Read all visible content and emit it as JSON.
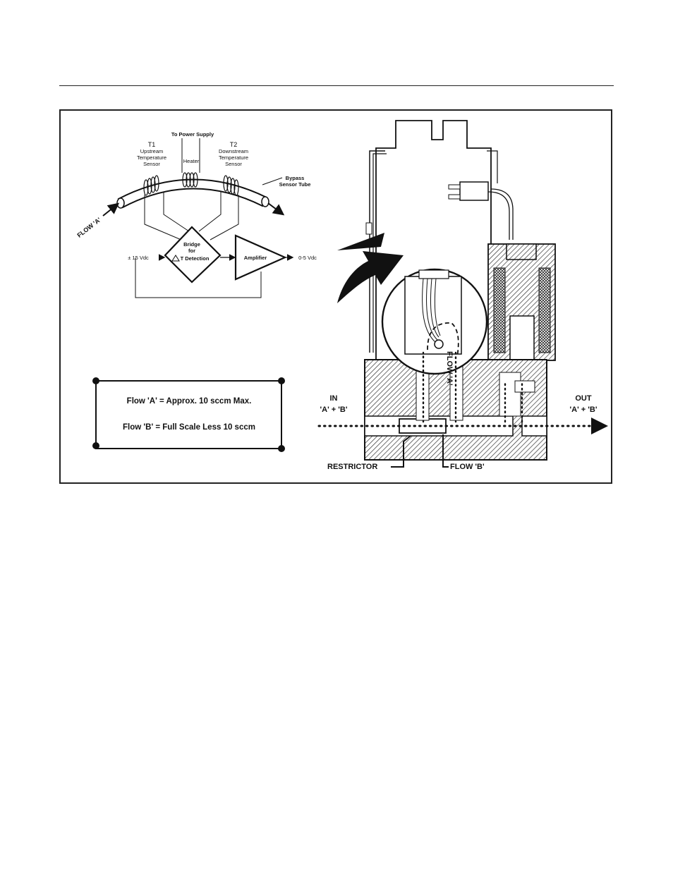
{
  "schematic": {
    "power_label": "To Power Supply",
    "t1_label": "T1",
    "t1_desc_line1": "Upstream",
    "t1_desc_line2": "Temperature",
    "t1_desc_line3": "Sensor",
    "heater_label": "Heater",
    "t2_label": "T2",
    "t2_desc_line1": "Downstream",
    "t2_desc_line2": "Temperature",
    "t2_desc_line3": "Sensor",
    "bypass_line1": "Bypass",
    "bypass_line2": "Sensor Tube",
    "flow_a_label": "FLOW 'A'",
    "bridge_line1": "Bridge",
    "bridge_line2": "for",
    "bridge_line3": "T Detection",
    "supply_label": "± 15 Vdc",
    "amplifier_label": "Amplifier",
    "output_label": "0-5 Vdc"
  },
  "legend": {
    "line1": "Flow 'A' = Approx. 10 sccm Max.",
    "line2": "Flow 'B' = Full Scale Less 10 sccm"
  },
  "cutaway": {
    "in_label_line1": "IN",
    "in_label_line2": "'A' + 'B'",
    "out_label_line1": "OUT",
    "out_label_line2": "'A' + 'B'",
    "flow_a_vertical": "FLOW 'A'",
    "restrictor_label": "RESTRICTOR",
    "flow_b_label": "FLOW 'B'"
  }
}
